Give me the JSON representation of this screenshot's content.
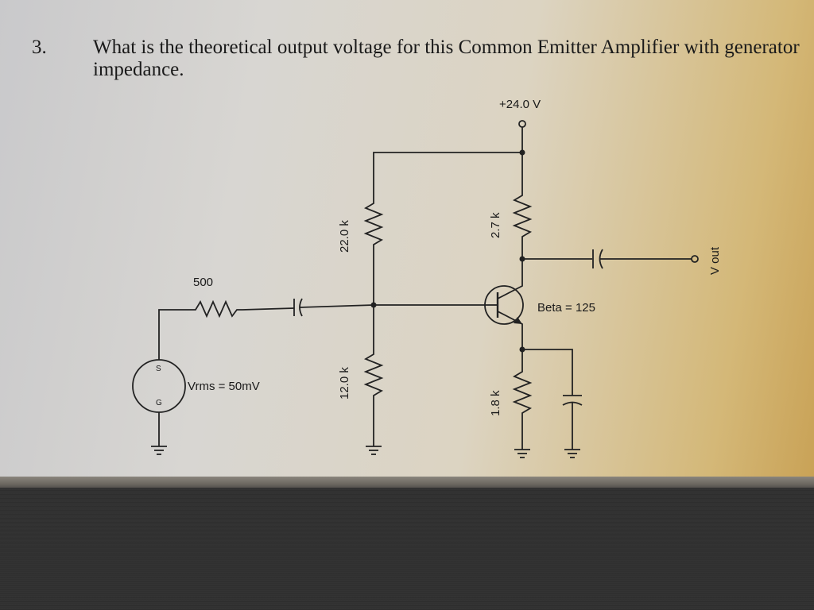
{
  "question": {
    "number": "3.",
    "text": "What is the theoretical output voltage for this Common Emitter Amplifier with generator impedance."
  },
  "circuit": {
    "supply_label": "+24.0 V",
    "r1_label": "22.0 k",
    "r2_label": "12.0 k",
    "rc_label": "2.7 k",
    "re_label": "1.8 k",
    "rg_label": "500",
    "source_label": "Vrms = 50mV",
    "source_s": "S",
    "source_g": "G",
    "beta_label": "Beta = 125",
    "output_label": "V out"
  }
}
